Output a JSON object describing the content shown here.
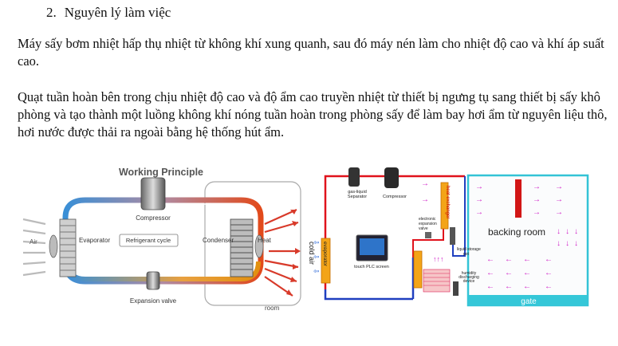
{
  "section": {
    "number": "2.",
    "title": "Nguyên lý làm việc"
  },
  "paragraphs": [
    "Máy sấy bơm nhiệt hấp thụ nhiệt từ không khí xung quanh, sau đó máy nén làm cho nhiệt độ cao và khí áp suất cao.",
    "Quạt tuần hoàn bên trong chịu nhiệt độ cao và độ ẩm cao truyền nhiệt từ thiết bị ngưng tụ sang thiết bị sấy khô phòng và tạo thành một luồng không khí nóng tuần hoàn trong phòng sấy để làm bay hơi ẩm từ nguyên liệu thô, hơi nước được thải ra ngoài bằng hệ thống hút ẩm."
  ],
  "diagram_left": {
    "title": "Working Principle",
    "compressor": "Compressor",
    "evaporator": "Evaporator",
    "refrigerant": "Refrigerant cycle",
    "condenser": "Condenser",
    "heat": "Heat",
    "air": "Air",
    "expansion": "Expansion valve",
    "room": "room"
  },
  "diagram_right": {
    "gas_liquid_1": "gas-liquid",
    "gas_liquid_2": "Separator",
    "compressor": "Compressor",
    "heat_exchanger": "heat exchanger",
    "electronic_1": "electronic",
    "electronic_2": "expansion",
    "electronic_3": "valve",
    "liquid_storage_1": "liquid storage",
    "liquid_storage_2": "pot",
    "touch": "touch PLC screen",
    "evaporator": "evaporator",
    "cold_air": "cold air",
    "humidity_1": "humidity",
    "humidity_2": "discharging",
    "humidity_3": "device",
    "backing_room": "backing room",
    "gate": "gate"
  },
  "colors": {
    "hot_line": "#e24a1b",
    "cold_line": "#3a8fd6",
    "red_pipe": "#e0121c",
    "blue_pipe": "#1f3fbf",
    "cyan_wall": "#33c3d6",
    "magenta_arrow": "#d01ec8"
  }
}
